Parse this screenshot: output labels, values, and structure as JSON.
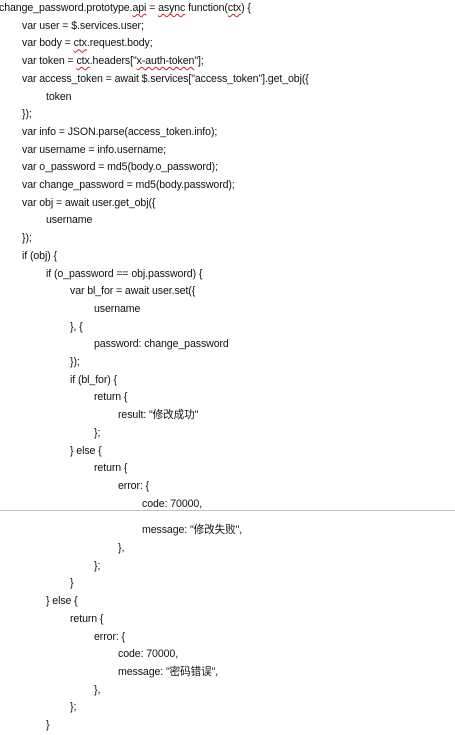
{
  "document": {
    "lines": [
      {
        "indent": 0,
        "segments": [
          {
            "text": "change_password.prototype."
          },
          {
            "text": "api",
            "spell": true
          },
          {
            "text": " = "
          },
          {
            "text": "async",
            "spell": true
          },
          {
            "text": " function("
          },
          {
            "text": "ctx",
            "spell": true
          },
          {
            "text": ") {"
          }
        ]
      },
      {
        "indent": 1,
        "segments": [
          {
            "text": "var user = $.services.user;"
          }
        ]
      },
      {
        "indent": 1,
        "segments": [
          {
            "text": "var body = "
          },
          {
            "text": "ctx",
            "spell": true
          },
          {
            "text": ".request.body;"
          }
        ]
      },
      {
        "indent": 1,
        "segments": [
          {
            "text": "var token = "
          },
          {
            "text": "ctx",
            "spell": true
          },
          {
            "text": ".headers[\""
          },
          {
            "text": "x-auth-token",
            "spell": true
          },
          {
            "text": "\"];"
          }
        ]
      },
      {
        "indent": 1,
        "segments": [
          {
            "text": "var access_token = await $.services[\"access_token\"].get_obj({"
          }
        ]
      },
      {
        "indent": 2,
        "segments": [
          {
            "text": "token"
          }
        ]
      },
      {
        "indent": 1,
        "segments": [
          {
            "text": "});"
          }
        ]
      },
      {
        "indent": 1,
        "segments": [
          {
            "text": "var info = JSON.parse(access_token.info);"
          }
        ]
      },
      {
        "indent": 1,
        "segments": [
          {
            "text": "var username = info.username;"
          }
        ]
      },
      {
        "indent": 1,
        "segments": [
          {
            "text": "var o_password = md5(body.o_password);"
          }
        ]
      },
      {
        "indent": 1,
        "segments": [
          {
            "text": "var change_password = md5(body.password);"
          }
        ]
      },
      {
        "indent": 1,
        "segments": [
          {
            "text": "var obj = await user.get_obj({"
          }
        ]
      },
      {
        "indent": 2,
        "segments": [
          {
            "text": "username"
          }
        ]
      },
      {
        "indent": 1,
        "segments": [
          {
            "text": "});"
          }
        ]
      },
      {
        "indent": 1,
        "segments": [
          {
            "text": "if (obj) {"
          }
        ]
      },
      {
        "indent": 2,
        "segments": [
          {
            "text": "if (o_password == obj.password) {"
          }
        ]
      },
      {
        "indent": 3,
        "segments": [
          {
            "text": "var bl_for = await user.set({"
          }
        ]
      },
      {
        "indent": 4,
        "segments": [
          {
            "text": "username"
          }
        ]
      },
      {
        "indent": 3,
        "segments": [
          {
            "text": "}, {"
          }
        ]
      },
      {
        "indent": 4,
        "segments": [
          {
            "text": "password: change_password"
          }
        ]
      },
      {
        "indent": 3,
        "segments": [
          {
            "text": "});"
          }
        ]
      },
      {
        "indent": 3,
        "segments": [
          {
            "text": "if (bl_for) {"
          }
        ]
      },
      {
        "indent": 4,
        "segments": [
          {
            "text": "return {"
          }
        ]
      },
      {
        "indent": 5,
        "segments": [
          {
            "text": "result: \"修改成功\""
          }
        ]
      },
      {
        "indent": 4,
        "segments": [
          {
            "text": "};"
          }
        ]
      },
      {
        "indent": 3,
        "segments": [
          {
            "text": "} else {"
          }
        ]
      },
      {
        "indent": 4,
        "segments": [
          {
            "text": "return {"
          }
        ]
      },
      {
        "indent": 5,
        "segments": [
          {
            "text": "error: {"
          }
        ]
      },
      {
        "indent": 6,
        "segments": [
          {
            "text": "code: 70000,"
          }
        ]
      },
      {
        "indent": 6,
        "segments": [
          {
            "text": "message: \"修改失败\","
          }
        ]
      },
      {
        "indent": 5,
        "segments": [
          {
            "text": "},"
          }
        ]
      },
      {
        "indent": 4,
        "segments": [
          {
            "text": "};"
          }
        ]
      },
      {
        "indent": 3,
        "segments": [
          {
            "text": "}"
          }
        ]
      },
      {
        "indent": 2,
        "segments": [
          {
            "text": "} else {"
          }
        ]
      },
      {
        "indent": 3,
        "segments": [
          {
            "text": "return {"
          }
        ]
      },
      {
        "indent": 4,
        "segments": [
          {
            "text": "error: {"
          }
        ]
      },
      {
        "indent": 5,
        "segments": [
          {
            "text": "code: 70000,"
          }
        ]
      },
      {
        "indent": 5,
        "segments": [
          {
            "text": "message: \"密码错误\","
          }
        ]
      },
      {
        "indent": 4,
        "segments": [
          {
            "text": "},"
          }
        ]
      },
      {
        "indent": 3,
        "segments": [
          {
            "text": "};"
          }
        ]
      },
      {
        "indent": 2,
        "segments": [
          {
            "text": "}"
          }
        ]
      }
    ]
  },
  "colors": {
    "text": "#111111",
    "spellcheck": "#d21f1f",
    "page_break": "#c4c4c4"
  }
}
